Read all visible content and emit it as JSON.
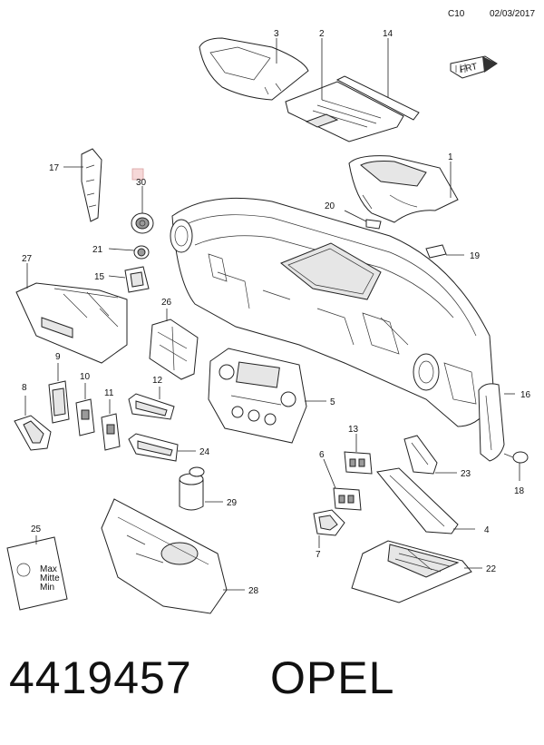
{
  "header": {
    "code": "C10",
    "date": "02/03/2017"
  },
  "front_marker": "FRT",
  "callouts": [
    "1",
    "2",
    "3",
    "4",
    "5",
    "6",
    "7",
    "8",
    "9",
    "10",
    "11",
    "12",
    "13",
    "14",
    "15",
    "16",
    "17",
    "18",
    "19",
    "20",
    "21",
    "22",
    "23",
    "24",
    "25",
    "26",
    "27",
    "28",
    "29",
    "30"
  ],
  "highlighted_part": "30",
  "label_card_lines": [
    "Max",
    "Mitte",
    "Min"
  ],
  "part_number": "4419457",
  "brand": "OPEL"
}
